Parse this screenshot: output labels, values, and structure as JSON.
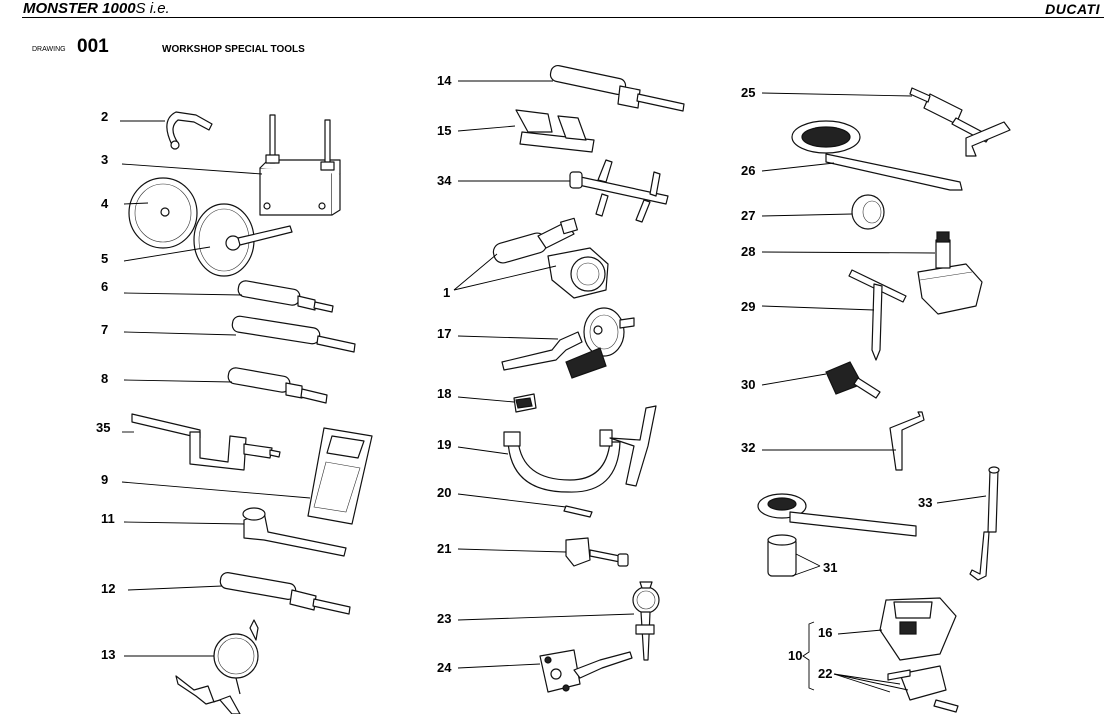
{
  "header": {
    "model": "MONSTER 1000",
    "model_suffix": "S i.e.",
    "brand": "DUCATI"
  },
  "drawing": {
    "label": "DRAWING",
    "number": "001",
    "title": "WORKSHOP SPECIAL TOOLS"
  },
  "callouts": {
    "c1": "1",
    "c2": "2",
    "c3": "3",
    "c4": "4",
    "c5": "5",
    "c6": "6",
    "c7": "7",
    "c8": "8",
    "c9": "9",
    "c10": "10",
    "c11": "11",
    "c12": "12",
    "c13": "13",
    "c14": "14",
    "c15": "15",
    "c16": "16",
    "c17": "17",
    "c18": "18",
    "c19": "19",
    "c20": "20",
    "c21": "21",
    "c22": "22",
    "c23": "23",
    "c24": "24",
    "c25": "25",
    "c26": "26",
    "c27": "27",
    "c28": "28",
    "c29": "29",
    "c30": "30",
    "c31": "31",
    "c32": "32",
    "c33": "33",
    "c34": "34",
    "c35": "35"
  }
}
